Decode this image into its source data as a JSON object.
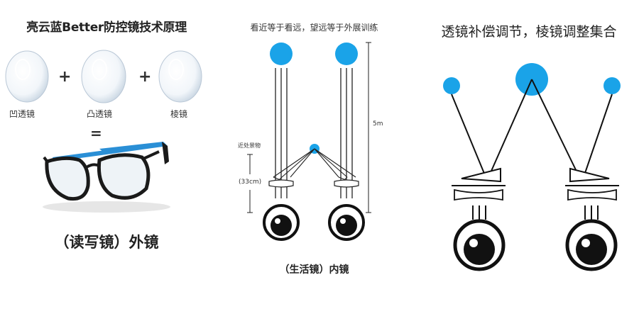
{
  "left": {
    "title": "亮云蓝Better防控镜技术原理",
    "lens1": "凹透镜",
    "lens2": "凸透镜",
    "lens3": "棱镜",
    "plus": "+",
    "equals": "=",
    "bottom": "（读写镜）外镜"
  },
  "middle": {
    "title": "看近等于看远，望远等于外展训练",
    "near_label": "近处景物",
    "near_distance": "(33cm)",
    "far_distance": "5m",
    "bottom": "（生活镜）内镜"
  },
  "right": {
    "title": "透镜补偿调节，棱镜调整集合"
  },
  "colors": {
    "target_blue": "#1aa3e8",
    "frame_blue": "#2a8fd6",
    "ink": "#111111"
  }
}
